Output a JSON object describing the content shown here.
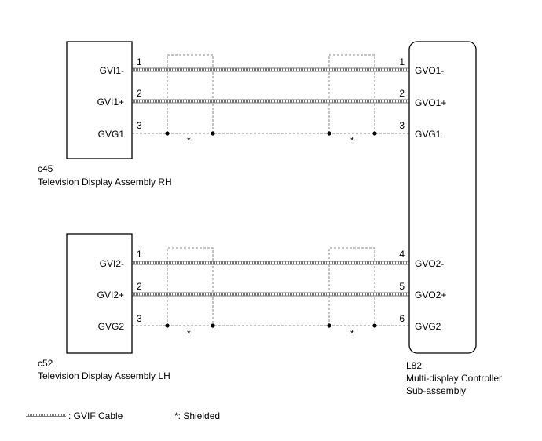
{
  "connectors": {
    "c45": {
      "code": "c45",
      "name": "Television Display Assembly RH",
      "pins": [
        {
          "num": "1",
          "label": "GVI1-"
        },
        {
          "num": "2",
          "label": "GVI1+"
        },
        {
          "num": "3",
          "label": "GVG1"
        }
      ]
    },
    "c52": {
      "code": "c52",
      "name": "Television Display Assembly LH",
      "pins": [
        {
          "num": "1",
          "label": "GVI2-"
        },
        {
          "num": "2",
          "label": "GVI2+"
        },
        {
          "num": "3",
          "label": "GVG2"
        }
      ]
    },
    "L82": {
      "code": "L82",
      "name_line1": "Multi-display Controller",
      "name_line2": "Sub-assembly",
      "pins": [
        {
          "num": "1",
          "label": "GVO1-"
        },
        {
          "num": "2",
          "label": "GVO1+"
        },
        {
          "num": "3",
          "label": "GVG1"
        },
        {
          "num": "4",
          "label": "GVO2-"
        },
        {
          "num": "5",
          "label": "GVO2+"
        },
        {
          "num": "6",
          "label": "GVG2"
        }
      ]
    }
  },
  "shield_mark": "*",
  "legend": {
    "cable_text": ": GVIF Cable",
    "shield_text": "*: Shielded"
  },
  "colors": {
    "line": "#000000",
    "cable": "#777777",
    "shield": "#888888"
  }
}
